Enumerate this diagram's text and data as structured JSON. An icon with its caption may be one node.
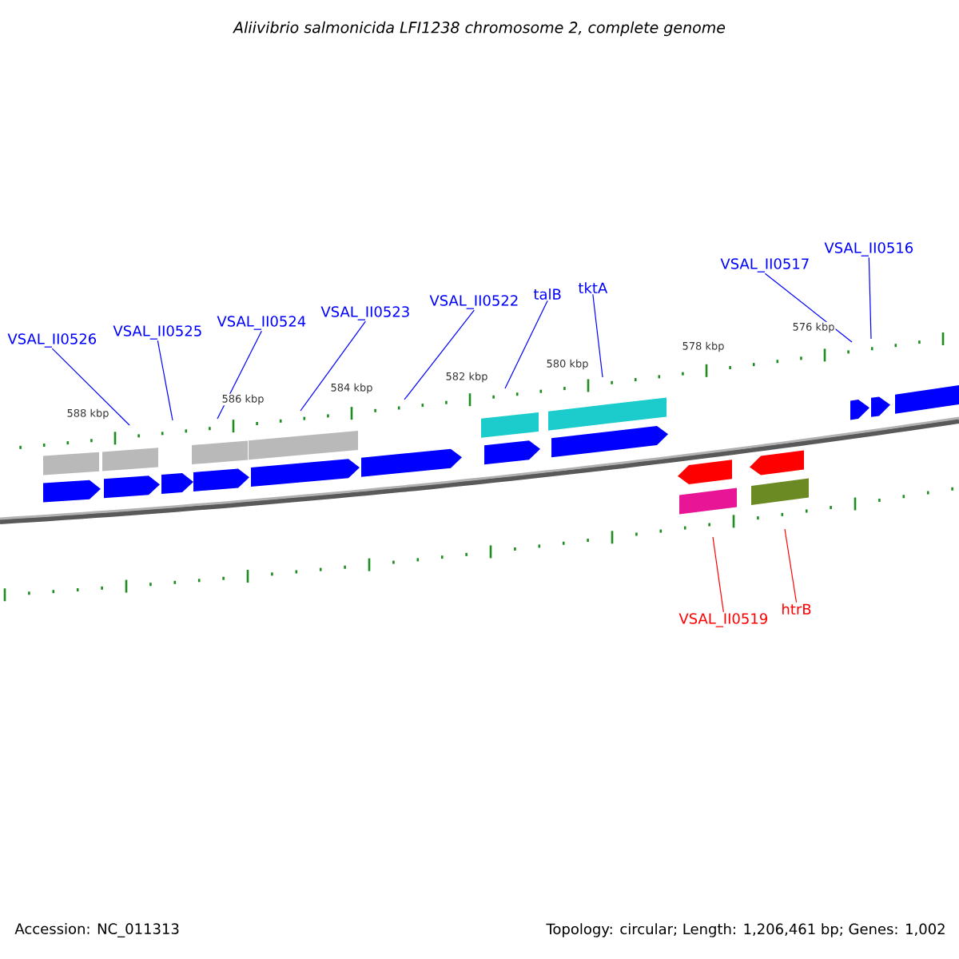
{
  "diagram": {
    "title": "Aliivibrio salmonicida LFI1238 chromosome 2, complete genome",
    "nodes": [
      {
        "text": [
          "VSAL_II0526"
        ]
      },
      {
        "text": [
          "VSAL_II0525"
        ]
      },
      {
        "text": [
          "VSAL_II0524"
        ]
      },
      {
        "text": [
          "VSAL_II0523"
        ]
      },
      {
        "text": [
          "VSAL_II0522"
        ]
      },
      {
        "text": [
          "talB"
        ]
      },
      {
        "text": [
          "tktA"
        ]
      },
      {
        "text": [
          "VSAL_II0517"
        ]
      },
      {
        "text": [
          "VSAL_II0516"
        ]
      },
      {
        "text": [
          "VSAL_II0519"
        ]
      },
      {
        "text": [
          "htrB"
        ]
      }
    ],
    "edges": [
      {
        "from": 0,
        "to": null,
        "arrow": "none"
      },
      {
        "from": 1,
        "to": null,
        "arrow": "none"
      },
      {
        "from": 2,
        "to": null,
        "arrow": "none"
      },
      {
        "from": 3,
        "to": null,
        "arrow": "none"
      },
      {
        "from": 4,
        "to": null,
        "arrow": "none"
      },
      {
        "from": 5,
        "to": null,
        "arrow": "none"
      },
      {
        "from": 6,
        "to": null,
        "arrow": "none"
      },
      {
        "from": 7,
        "to": null,
        "arrow": "none"
      },
      {
        "from": 8,
        "to": null,
        "arrow": "none"
      },
      {
        "from": 9,
        "to": null,
        "arrow": "none",
        "color": "#ff0000"
      },
      {
        "from": 10,
        "to": null,
        "arrow": "none",
        "color": "#ff0000"
      }
    ],
    "labels": [
      "576 kbp",
      "578 kbp",
      "580 kbp",
      "582 kbp",
      "584 kbp",
      "586 kbp",
      "588 kbp",
      "Accession: NC_011313",
      "Topology: circular; Length: 1,206,461 bp; Genes: 1,002"
    ]
  }
}
